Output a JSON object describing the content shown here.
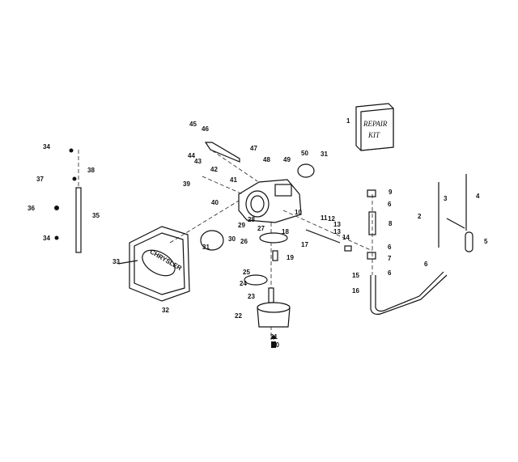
{
  "diagram": {
    "title": "Carburetor exploded parts diagram",
    "kit_box_text": [
      "REPAIR",
      "KIT"
    ],
    "air_box_brand": "CHRYSLER",
    "callouts": [
      "1",
      "2",
      "3",
      "4",
      "5",
      "6",
      "6",
      "6",
      "6",
      "7",
      "8",
      "9",
      "10",
      "11",
      "12",
      "13",
      "13",
      "14",
      "15",
      "16",
      "17",
      "18",
      "19",
      "20",
      "21",
      "22",
      "23",
      "24",
      "25",
      "26",
      "27",
      "28",
      "29",
      "30",
      "31",
      "31",
      "32",
      "33",
      "34",
      "34",
      "35",
      "36",
      "37",
      "38",
      "39",
      "40",
      "41",
      "42",
      "43",
      "44",
      "45",
      "46",
      "47",
      "48",
      "49",
      "50"
    ]
  }
}
